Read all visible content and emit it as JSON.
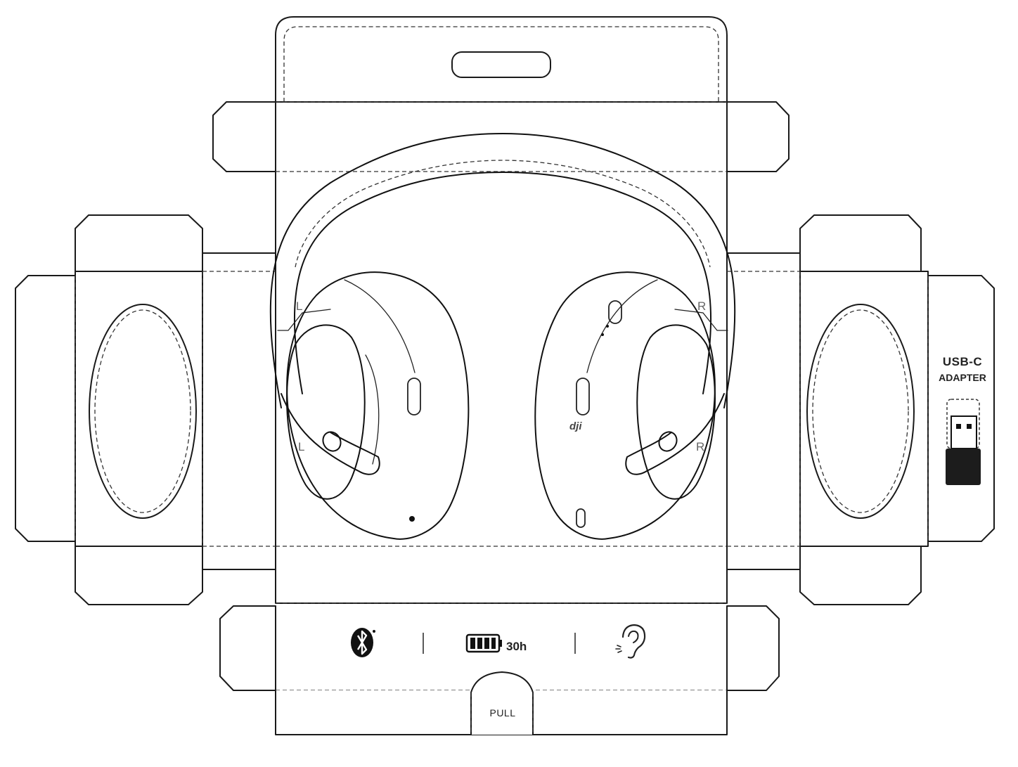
{
  "labels": {
    "left_top": "L",
    "left_bottom": "L",
    "right_top": "R",
    "right_bottom": "R",
    "adapter_title": "USB-C",
    "adapter_subtitle": "ADAPTER",
    "pull_tab": "PULL",
    "battery_hours": "30h",
    "brand": "dji"
  },
  "icons": [
    "bluetooth-icon",
    "battery-icon",
    "ear-hearing-icon",
    "usb-c-adapter-icon"
  ]
}
